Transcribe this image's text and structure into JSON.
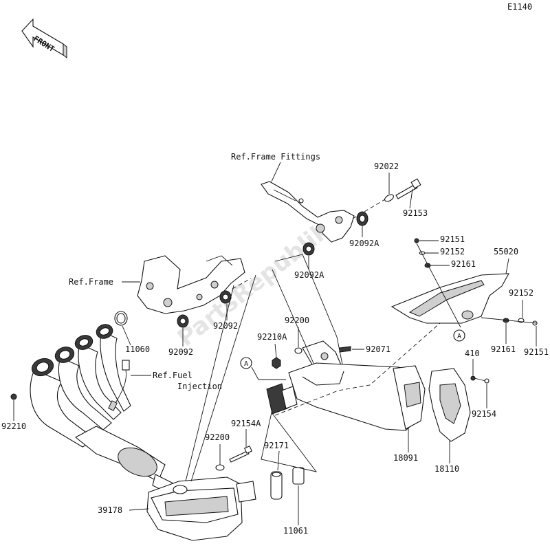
{
  "diagram": {
    "page_code": "E1140",
    "direction_arrow": "FRONT",
    "references": {
      "frame_fittings": "Ref.Frame Fittings",
      "frame": "Ref.Frame",
      "fuel_injection_line1": "Ref.Fuel",
      "fuel_injection_line2": "Injection"
    },
    "ref_markers": [
      "A",
      "A"
    ],
    "parts": [
      "92022",
      "92153",
      "92092A",
      "92092A",
      "92151",
      "92152",
      "92161",
      "55020",
      "92152",
      "92161",
      "92151",
      "92200",
      "92210A",
      "92071",
      "11060",
      "92092",
      "92092",
      "410",
      "92154",
      "92210",
      "92154A",
      "92200",
      "92171",
      "18091",
      "18110",
      "39178",
      "11061"
    ],
    "watermark": "PartsRepublik"
  }
}
